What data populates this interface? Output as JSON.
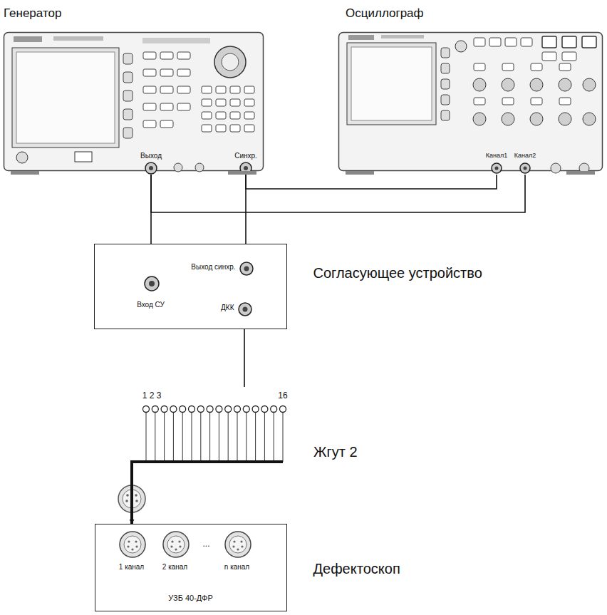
{
  "diagram": {
    "nodes": [
      {
        "text": [
          "Генератор",
          "Выход",
          "Синхр."
        ]
      },
      {
        "text": [
          "Осциллограф",
          "Канал1",
          "Канал2"
        ]
      },
      {
        "text": [
          "Согласующее устройство",
          "Вход СУ",
          "Выход синхр.",
          "ДКК"
        ]
      },
      {
        "text": [
          "1",
          "2",
          "3",
          "16",
          "Жгут 2"
        ]
      },
      {
        "text": [
          "Дефектоскоп",
          "1 канал",
          "2 канал",
          "...",
          "n канал",
          "УЗБ 40-ДФР"
        ]
      }
    ],
    "edges": [
      {
        "from": 0,
        "to": 1,
        "arrow": "none"
      },
      {
        "from": 0,
        "to": 1,
        "arrow": "none"
      },
      {
        "from": 0,
        "to": 2,
        "arrow": "none"
      },
      {
        "from": 0,
        "to": 2,
        "arrow": "none"
      },
      {
        "from": 2,
        "to": 3,
        "arrow": "none"
      },
      {
        "from": 3,
        "to": 4,
        "arrow": "to"
      }
    ]
  }
}
